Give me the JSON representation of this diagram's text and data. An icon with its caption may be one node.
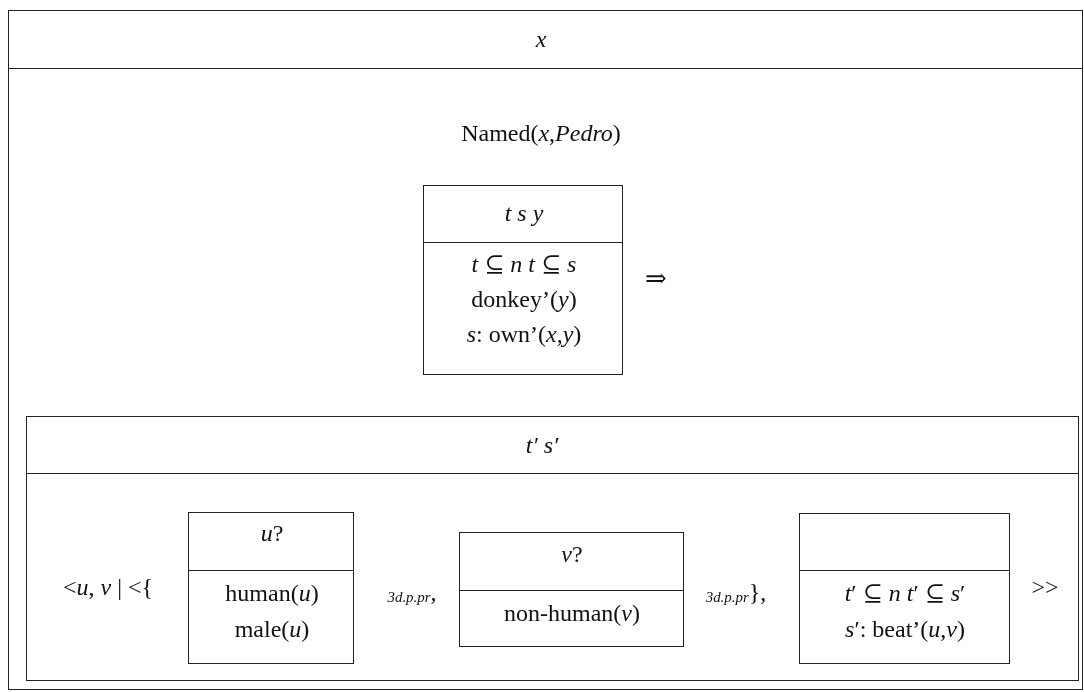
{
  "diagram": {
    "nodes": [
      {
        "text": [
          "x",
          "Named(*x*,*Pedro*)",
          "⇒"
        ]
      },
      {
        "text": [
          "t s y",
          "*t* ⊆ *n* *t* ⊆ *s*",
          "donkey’(*y*)",
          "*s*: own’(*x*,*y*)"
        ],
        "in": 0
      },
      {
        "text": [
          "t′ s′",
          "<*u*, *v* | <{",
          "$_{3d.p.pr}$,",
          "$_{3d.p.pr}$},",
          ">>"
        ],
        "in": 0
      },
      {
        "text": [
          "*u*?",
          "human(*u*)",
          "male(*u*)"
        ],
        "in": 2
      },
      {
        "text": [
          "*v*?",
          "non-human(*v*)"
        ],
        "in": 2
      },
      {
        "text": [
          "*t*′ ⊆ *n* *t*′ ⊆ *s*′",
          "*s*′: beat’(*u*,*v*)"
        ],
        "in": 2
      }
    ],
    "edges": []
  }
}
